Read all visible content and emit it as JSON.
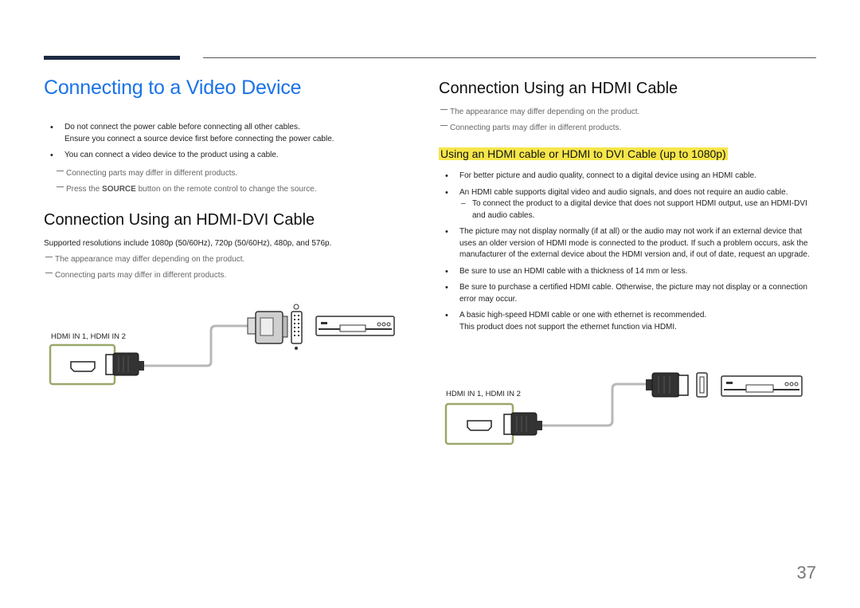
{
  "page": {
    "number": "37"
  },
  "left": {
    "title": "Connecting to a Video Device",
    "bullets": [
      {
        "text": "Do not connect the power cable before connecting all other cables.",
        "cont": "Ensure you connect a source device first before connecting the power cable."
      },
      {
        "text": "You can connect a video device to the product using a cable."
      }
    ],
    "notes": [
      {
        "text": "Connecting parts may differ in different products."
      },
      {
        "pre": "Press the ",
        "keyword": "SOURCE",
        "post": " button on the remote control to change the source."
      }
    ],
    "hdmi_dvi": {
      "title": "Connection Using an HDMI-DVI Cable",
      "resolutions": "Supported resolutions include 1080p (50/60Hz), 720p (50/60Hz), 480p, and 576p.",
      "notes": [
        "The appearance may differ depending on the product.",
        "Connecting parts may differ in different products."
      ],
      "port_label": "HDMI IN 1, HDMI IN 2"
    }
  },
  "right": {
    "title": "Connection Using an HDMI Cable",
    "notes": [
      "The appearance may differ depending on the product.",
      "Connecting parts may differ in different products."
    ],
    "subtitle": "Using an HDMI cable or HDMI to DVI Cable (up to 1080p)",
    "bullets": [
      {
        "text": "For better picture and audio quality, connect to a digital device using an HDMI cable."
      },
      {
        "text": "An HDMI cable supports digital video and audio signals, and does not require an audio cable.",
        "sub": "To connect the product to a digital device that does not support HDMI output, use an HDMI-DVI and audio cables."
      },
      {
        "text": "The picture may not display normally (if at all) or the audio may not work if an external device that uses an older version of HDMI mode is connected to the product. If such a problem occurs, ask the manufacturer of the external device about the HDMI version and, if out of date, request an upgrade."
      },
      {
        "text": "Be sure to use an HDMI cable with a thickness of 14 mm or less."
      },
      {
        "text": "Be sure to purchase a certified HDMI cable. Otherwise, the picture may not display or a connection error may occur."
      },
      {
        "text": "A basic high-speed HDMI cable or one with ethernet is recommended.",
        "cont": "This product does not support the ethernet function via HDMI."
      }
    ],
    "port_label": "HDMI IN 1, HDMI IN 2"
  },
  "colors": {
    "title_blue": "#1a73e8",
    "highlight": "#f6e64a",
    "port_frame": "#9aa86a",
    "bar": "#1f2a44"
  },
  "icons": [
    "hdmi-port-icon",
    "hdmi-plug-icon",
    "dvi-plug-icon",
    "dvi-port-icon",
    "hdmi-device-port-icon",
    "player-device-icon"
  ]
}
